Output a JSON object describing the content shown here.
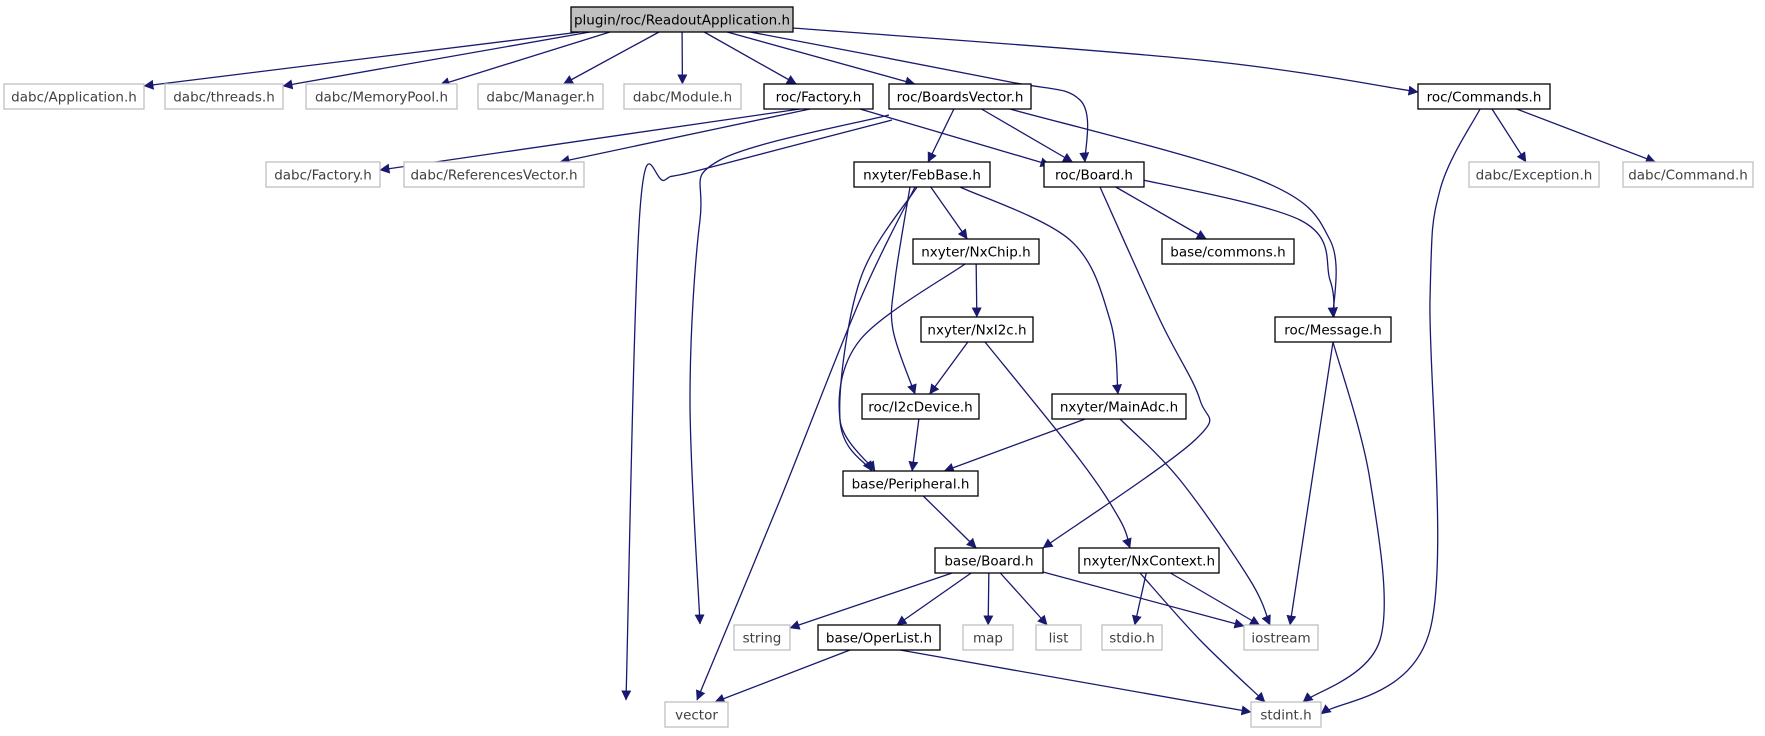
{
  "colors": {
    "edge": "#191970",
    "root_fill": "#bfbfbf",
    "root_stroke": "#000000",
    "local_stroke": "#000000",
    "external_stroke": "#bfbfbf",
    "label": "#000000",
    "external_label": "#404040",
    "node_fill": "#ffffff"
  },
  "nodes": [
    {
      "id": "root",
      "label": "plugin/roc/ReadoutApplication.h",
      "kind": "root"
    },
    {
      "id": "dabc_app",
      "label": "dabc/Application.h",
      "kind": "external"
    },
    {
      "id": "dabc_threads",
      "label": "dabc/threads.h",
      "kind": "external"
    },
    {
      "id": "dabc_mempool",
      "label": "dabc/MemoryPool.h",
      "kind": "external"
    },
    {
      "id": "dabc_manager",
      "label": "dabc/Manager.h",
      "kind": "external"
    },
    {
      "id": "dabc_module",
      "label": "dabc/Module.h",
      "kind": "external"
    },
    {
      "id": "roc_factory",
      "label": "roc/Factory.h",
      "kind": "local"
    },
    {
      "id": "roc_boardsvector",
      "label": "roc/BoardsVector.h",
      "kind": "local"
    },
    {
      "id": "roc_commands",
      "label": "roc/Commands.h",
      "kind": "local"
    },
    {
      "id": "dabc_factory",
      "label": "dabc/Factory.h",
      "kind": "external"
    },
    {
      "id": "dabc_refvector",
      "label": "dabc/ReferencesVector.h",
      "kind": "external"
    },
    {
      "id": "nxyter_febbase",
      "label": "nxyter/FebBase.h",
      "kind": "local"
    },
    {
      "id": "roc_board",
      "label": "roc/Board.h",
      "kind": "local"
    },
    {
      "id": "dabc_exception",
      "label": "dabc/Exception.h",
      "kind": "external"
    },
    {
      "id": "dabc_command",
      "label": "dabc/Command.h",
      "kind": "external"
    },
    {
      "id": "nxyter_nxchip",
      "label": "nxyter/NxChip.h",
      "kind": "local"
    },
    {
      "id": "base_commons",
      "label": "base/commons.h",
      "kind": "local"
    },
    {
      "id": "nxyter_nxi2c",
      "label": "nxyter/NxI2c.h",
      "kind": "local"
    },
    {
      "id": "roc_message",
      "label": "roc/Message.h",
      "kind": "local"
    },
    {
      "id": "roc_i2cdevice",
      "label": "roc/I2cDevice.h",
      "kind": "local"
    },
    {
      "id": "nxyter_mainadc",
      "label": "nxyter/MainAdc.h",
      "kind": "local"
    },
    {
      "id": "base_peripheral",
      "label": "base/Peripheral.h",
      "kind": "local"
    },
    {
      "id": "base_board",
      "label": "base/Board.h",
      "kind": "local"
    },
    {
      "id": "nxyter_nxcontext",
      "label": "nxyter/NxContext.h",
      "kind": "local"
    },
    {
      "id": "string",
      "label": "string",
      "kind": "external"
    },
    {
      "id": "base_operlist",
      "label": "base/OperList.h",
      "kind": "local"
    },
    {
      "id": "map",
      "label": "map",
      "kind": "external"
    },
    {
      "id": "list",
      "label": "list",
      "kind": "external"
    },
    {
      "id": "stdio",
      "label": "stdio.h",
      "kind": "external"
    },
    {
      "id": "iostream",
      "label": "iostream",
      "kind": "external"
    },
    {
      "id": "vector",
      "label": "vector",
      "kind": "external"
    },
    {
      "id": "stdint",
      "label": "stdint.h",
      "kind": "external"
    }
  ],
  "edges": [
    {
      "from": "root",
      "to": "dabc_app"
    },
    {
      "from": "root",
      "to": "dabc_threads"
    },
    {
      "from": "root",
      "to": "dabc_mempool"
    },
    {
      "from": "root",
      "to": "dabc_manager"
    },
    {
      "from": "root",
      "to": "dabc_module"
    },
    {
      "from": "root",
      "to": "roc_factory"
    },
    {
      "from": "root",
      "to": "roc_boardsvector"
    },
    {
      "from": "root",
      "to": "roc_board"
    },
    {
      "from": "root",
      "to": "roc_commands"
    },
    {
      "from": "roc_factory",
      "to": "dabc_factory"
    },
    {
      "from": "roc_factory",
      "to": "dabc_refvector"
    },
    {
      "from": "roc_factory",
      "to": "roc_board"
    },
    {
      "from": "roc_boardsvector",
      "to": "nxyter_febbase"
    },
    {
      "from": "roc_boardsvector",
      "to": "roc_board"
    },
    {
      "from": "roc_boardsvector",
      "to": "roc_message"
    },
    {
      "from": "roc_boardsvector",
      "to": "string"
    },
    {
      "from": "roc_boardsvector",
      "to": "vector"
    },
    {
      "from": "roc_commands",
      "to": "dabc_exception"
    },
    {
      "from": "roc_commands",
      "to": "dabc_command"
    },
    {
      "from": "roc_commands",
      "to": "stdint"
    },
    {
      "from": "nxyter_febbase",
      "to": "nxyter_nxchip"
    },
    {
      "from": "nxyter_febbase",
      "to": "roc_i2cdevice"
    },
    {
      "from": "nxyter_febbase",
      "to": "nxyter_mainadc"
    },
    {
      "from": "nxyter_febbase",
      "to": "base_peripheral"
    },
    {
      "from": "nxyter_febbase",
      "to": "vector"
    },
    {
      "from": "roc_board",
      "to": "base_commons"
    },
    {
      "from": "roc_board",
      "to": "roc_message"
    },
    {
      "from": "roc_board",
      "to": "base_board"
    },
    {
      "from": "nxyter_nxchip",
      "to": "nxyter_nxi2c"
    },
    {
      "from": "nxyter_nxchip",
      "to": "base_peripheral"
    },
    {
      "from": "nxyter_nxi2c",
      "to": "roc_i2cdevice"
    },
    {
      "from": "nxyter_nxi2c",
      "to": "nxyter_nxcontext"
    },
    {
      "from": "roc_message",
      "to": "iostream"
    },
    {
      "from": "roc_message",
      "to": "stdint"
    },
    {
      "from": "roc_i2cdevice",
      "to": "base_peripheral"
    },
    {
      "from": "nxyter_mainadc",
      "to": "base_peripheral"
    },
    {
      "from": "nxyter_mainadc",
      "to": "iostream"
    },
    {
      "from": "base_peripheral",
      "to": "base_board"
    },
    {
      "from": "base_board",
      "to": "string"
    },
    {
      "from": "base_board",
      "to": "base_operlist"
    },
    {
      "from": "base_board",
      "to": "map"
    },
    {
      "from": "base_board",
      "to": "list"
    },
    {
      "from": "base_board",
      "to": "iostream"
    },
    {
      "from": "nxyter_nxcontext",
      "to": "stdio"
    },
    {
      "from": "nxyter_nxcontext",
      "to": "iostream"
    },
    {
      "from": "nxyter_nxcontext",
      "to": "stdint"
    },
    {
      "from": "base_operlist",
      "to": "vector"
    },
    {
      "from": "base_operlist",
      "to": "stdint"
    }
  ]
}
